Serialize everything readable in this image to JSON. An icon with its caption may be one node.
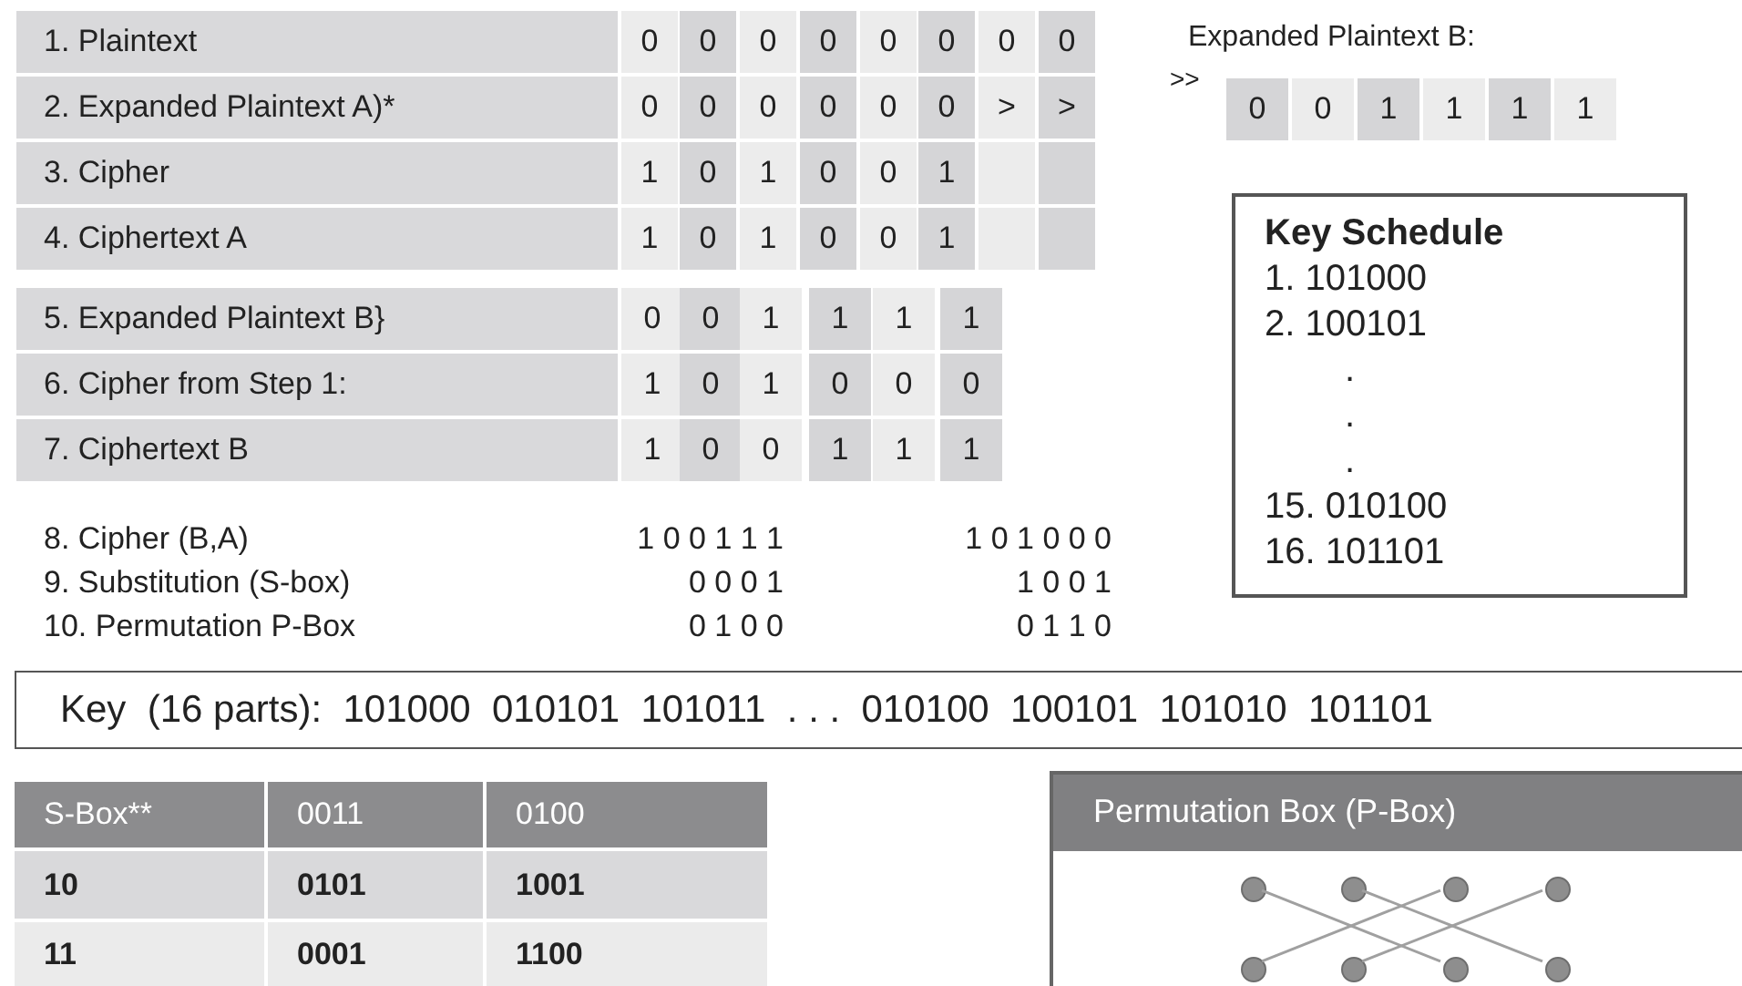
{
  "diagram": {
    "nodes": [
      {
        "text": [
          "Key Schedule",
          "1. 101000",
          "2. 100101",
          ".",
          ".",
          ".",
          "15. 010100",
          "16. 101101"
        ]
      },
      {
        "text": [
          "Key  (16 parts):  101000  010101  101011  . . .  010100  100101  101010  101101"
        ]
      },
      {
        "text": [
          "Permutation Box (P-Box)"
        ]
      },
      {
        "text": [],
        "shape": "circle",
        "in": 2
      },
      {
        "text": [],
        "shape": "circle",
        "in": 2
      },
      {
        "text": [],
        "shape": "circle",
        "in": 2
      },
      {
        "text": [],
        "shape": "circle",
        "in": 2
      },
      {
        "text": [],
        "shape": "circle",
        "in": 2
      },
      {
        "text": [],
        "shape": "circle",
        "in": 2
      },
      {
        "text": [],
        "shape": "circle",
        "in": 2
      },
      {
        "text": [],
        "shape": "circle",
        "in": 2
      }
    ],
    "edges": [
      {
        "from": 3,
        "to": 9,
        "arrow": "none"
      },
      {
        "from": 4,
        "to": 10,
        "arrow": "none"
      },
      {
        "from": 5,
        "to": 7,
        "arrow": "none"
      },
      {
        "from": 6,
        "to": 8,
        "arrow": "none"
      }
    ],
    "labels": [
      "1. Plaintext",
      "0",
      "0",
      "0",
      "0",
      "0",
      "0",
      "0",
      "0",
      "2. Expanded Plaintext A)*",
      "0",
      "0",
      "0",
      "0",
      "0",
      "0",
      ">",
      ">",
      "3. Cipher",
      "1",
      "0",
      "1",
      "0",
      "0",
      "1",
      "4. Ciphertext A",
      "1",
      "0",
      "1",
      "0",
      "0",
      "1",
      "Expanded Plaintext B:",
      ">>",
      "0",
      "0",
      "1",
      "1",
      "1",
      "1",
      "5. Expanded Plaintext B}",
      "0",
      "0",
      "1",
      "1",
      "1",
      "1",
      "6. Cipher from Step 1:",
      "1",
      "0",
      "1",
      "0",
      "0",
      "0",
      "7. Ciphertext B",
      "1",
      "0",
      "0",
      "1",
      "1",
      "1",
      "8. Cipher (B,A)",
      "1 0 0 1 1 1",
      "1 0 1 0 0 0",
      "9. Substitution (S-box)",
      "0 0 0 1",
      "1 0 0 1",
      "10. Permutation P-Box",
      "0 1 0 0",
      "0 1 1 0",
      "S-Box**",
      "0011",
      "0100",
      "10",
      "0101",
      "1001",
      "11",
      "0001",
      "1100"
    ]
  }
}
